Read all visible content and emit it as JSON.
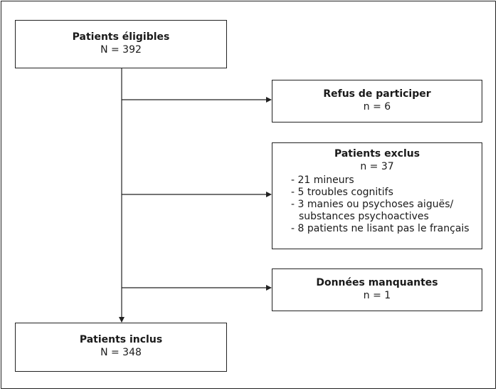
{
  "nodes": {
    "eligibles": {
      "title": "Patients éligibles",
      "count": "N = 392"
    },
    "refus": {
      "title": "Refus de participer",
      "count": "n = 6"
    },
    "exclus": {
      "title": "Patients exclus",
      "count": "n = 37",
      "reasons": [
        "21 mineurs",
        "5 troubles cognitifs",
        "3 manies ou psychoses aiguës/ substances psychoactives",
        "8 patients ne lisant pas le français"
      ]
    },
    "manquantes": {
      "title": "Données manquantes",
      "count": "n = 1"
    },
    "inclus": {
      "title": "Patients inclus",
      "count": "N = 348"
    }
  }
}
